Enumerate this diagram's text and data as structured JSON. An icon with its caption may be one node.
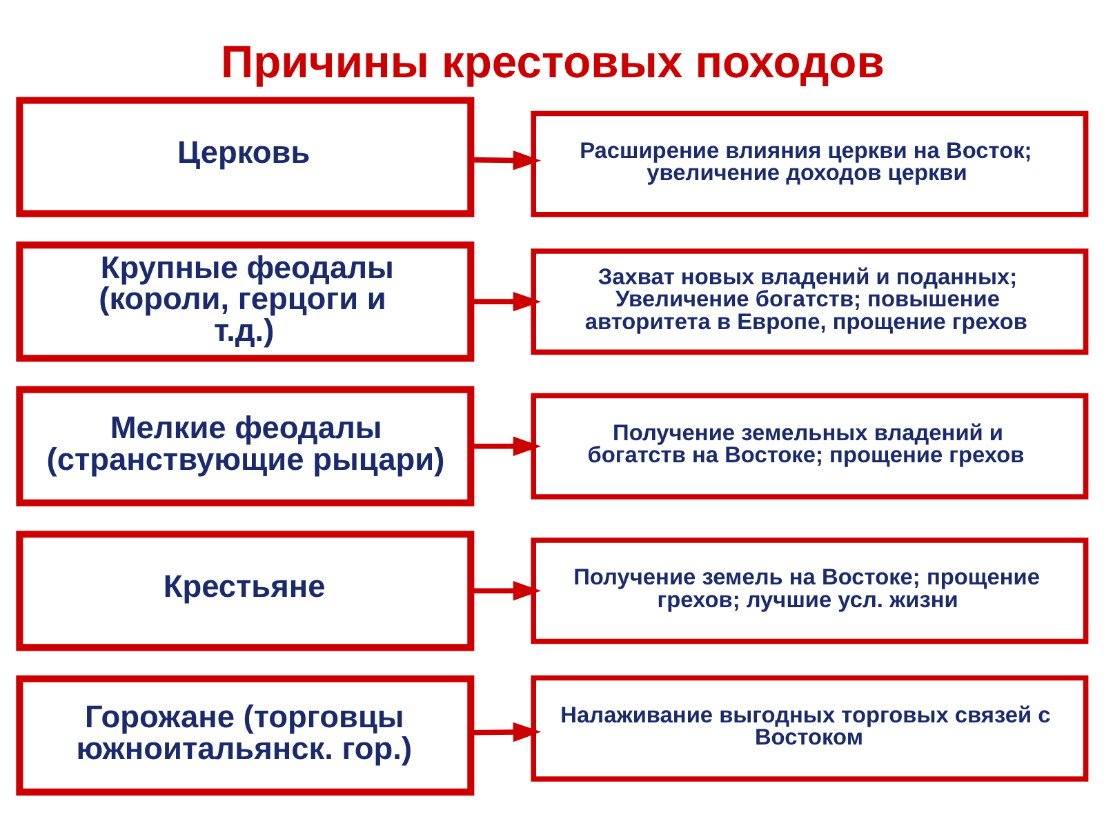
{
  "diagram": {
    "title": "Причины крестовых походов",
    "nodes": [
      {
        "text": [
          "Церковь"
        ]
      },
      {
        "text": [
          "Расширение влияния церкви на Восток; увеличение доходов церкви"
        ]
      },
      {
        "text": [
          "Крупные феодалы (короли, герцоги и т.д.)"
        ]
      },
      {
        "text": [
          "Захват новых владений и поданных; Увеличение богатств; повышение авторитета в Европе, прощение грехов"
        ]
      },
      {
        "text": [
          "Мелкие феодалы (странствующие рыцари)"
        ]
      },
      {
        "text": [
          "Получение земельных владений и богатств на Востоке; прощение грехов"
        ]
      },
      {
        "text": [
          "Крестьяне"
        ]
      },
      {
        "text": [
          "Получение земель на Востоке; прощение грехов; лучшие усл. жизни"
        ]
      },
      {
        "text": [
          "Горожане (торговцы южноитальянск. гор.)"
        ]
      },
      {
        "text": [
          "Налаживание выгодных торговых связей с Востоком"
        ]
      }
    ],
    "edges": [
      {
        "from": 0,
        "to": 1,
        "arrow": "to"
      },
      {
        "from": 2,
        "to": 3,
        "arrow": "to"
      },
      {
        "from": 4,
        "to": 5,
        "arrow": "to"
      },
      {
        "from": 6,
        "to": 7,
        "arrow": "to"
      },
      {
        "from": 8,
        "to": 9,
        "arrow": "to"
      }
    ]
  }
}
